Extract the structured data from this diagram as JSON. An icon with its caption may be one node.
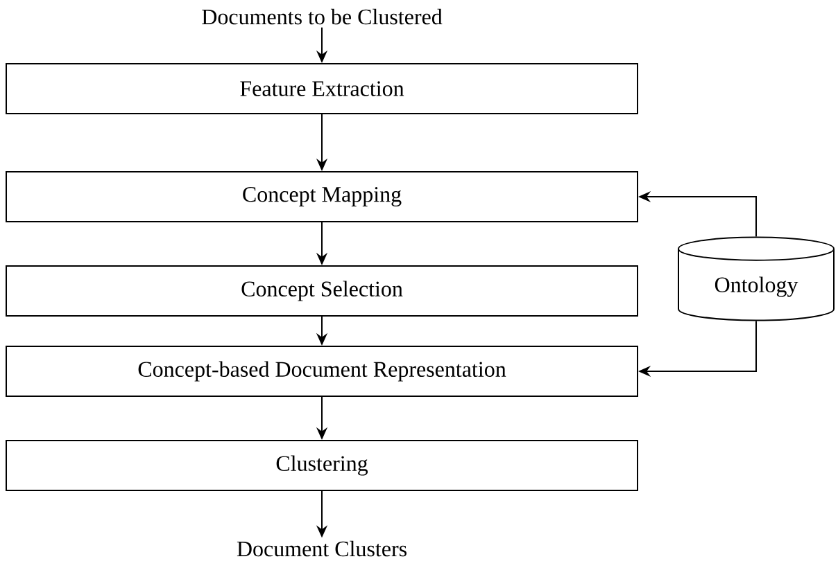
{
  "diagram": {
    "nodes": [
      {
        "text": [
          "Documents to be Clustered"
        ]
      },
      {
        "text": [
          "Feature Extraction"
        ]
      },
      {
        "text": [
          "Concept Mapping"
        ]
      },
      {
        "text": [
          "Concept Selection"
        ]
      },
      {
        "text": [
          "Concept-based Document Representation"
        ]
      },
      {
        "text": [
          "Clustering"
        ]
      },
      {
        "text": [
          "Document Clusters"
        ]
      },
      {
        "text": [
          "Ontology"
        ]
      }
    ],
    "edges": [
      {
        "from": 0,
        "to": 1,
        "arrow": "to"
      },
      {
        "from": 1,
        "to": 2,
        "arrow": "to"
      },
      {
        "from": 2,
        "to": 3,
        "arrow": "to"
      },
      {
        "from": 3,
        "to": 4,
        "arrow": "to"
      },
      {
        "from": 4,
        "to": 5,
        "arrow": "to"
      },
      {
        "from": 5,
        "to": 6,
        "arrow": "to"
      },
      {
        "from": 7,
        "to": 2,
        "arrow": "to"
      },
      {
        "from": 7,
        "to": 4,
        "arrow": "to"
      }
    ]
  }
}
